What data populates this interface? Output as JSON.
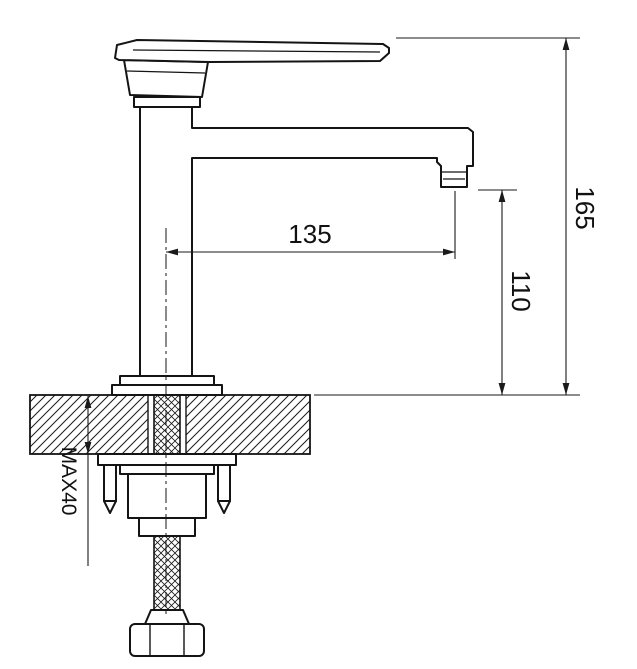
{
  "drawing": {
    "labels": {
      "horizontal_reach": "135",
      "outlet_height": "110",
      "overall_height": "165",
      "max_deck_thickness": "MAX40"
    }
  }
}
